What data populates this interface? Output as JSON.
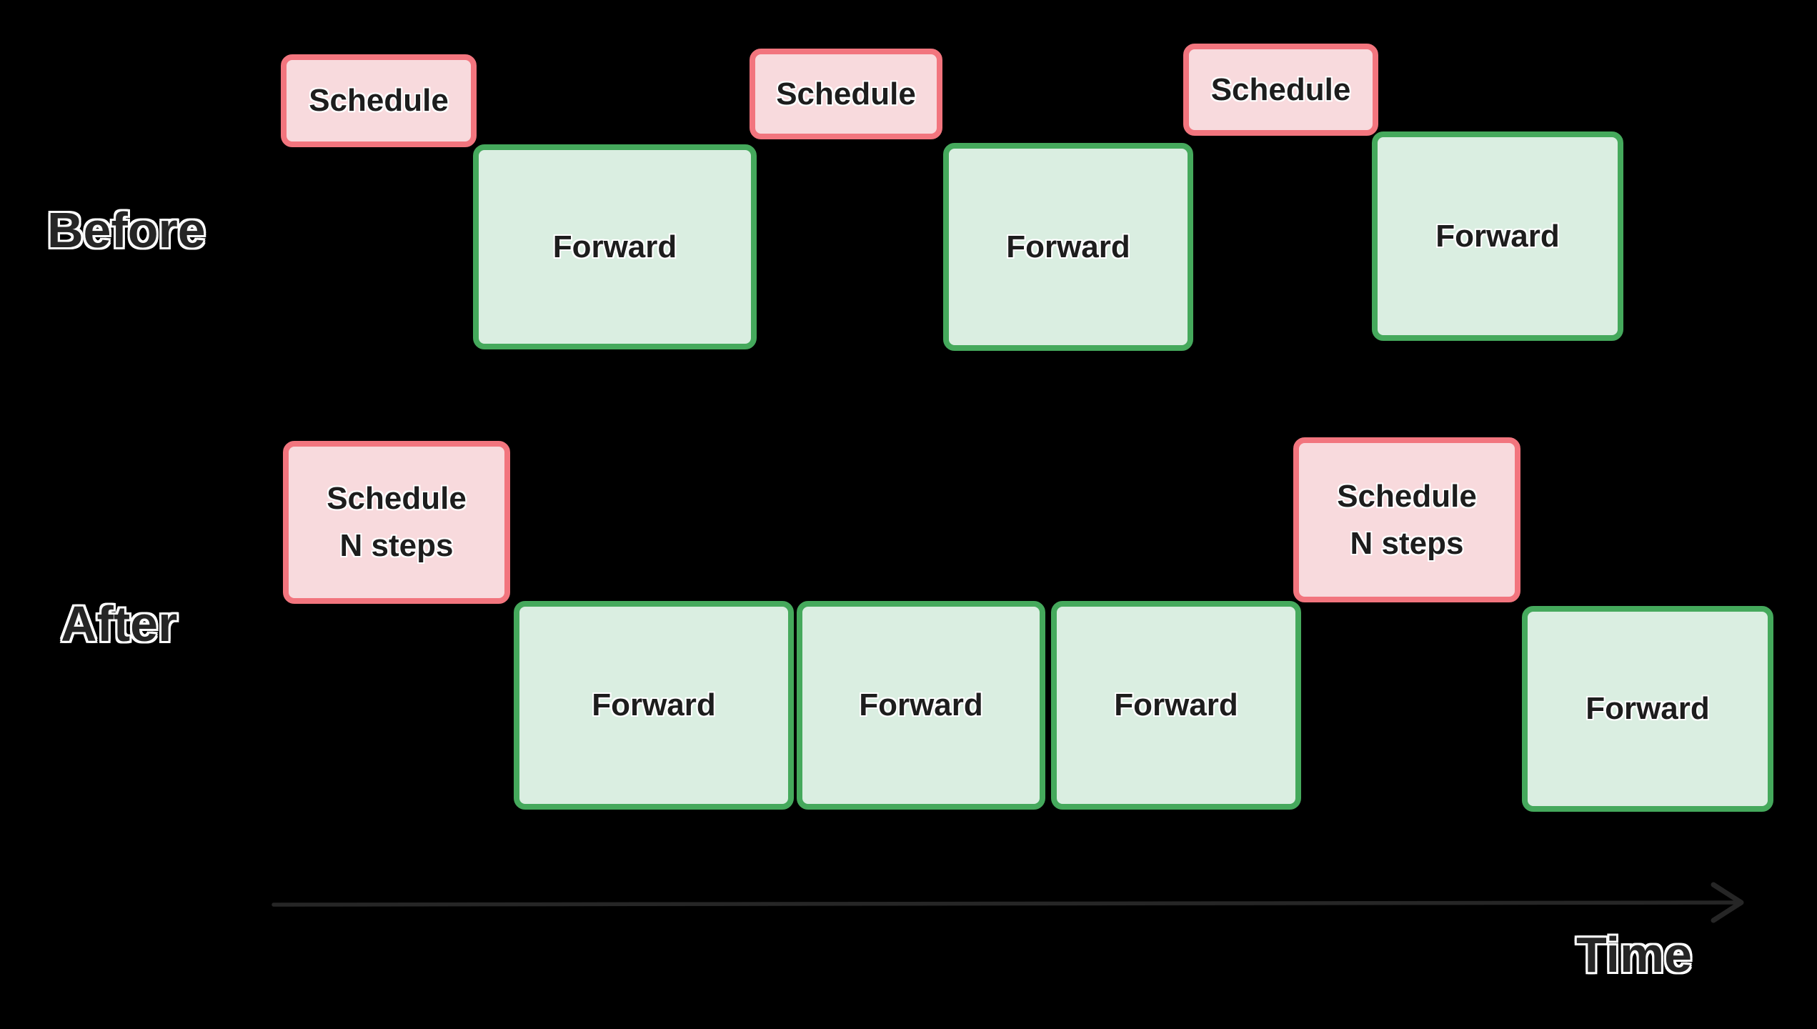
{
  "labels": {
    "before": "Before",
    "after": "After",
    "time": "Time"
  },
  "before_row": {
    "schedules": [
      "Schedule",
      "Schedule",
      "Schedule"
    ],
    "forwards": [
      "Forward",
      "Forward",
      "Forward"
    ]
  },
  "after_row": {
    "schedules": [
      {
        "line1": "Schedule",
        "line2": "N steps"
      },
      {
        "line1": "Schedule",
        "line2": "N steps"
      }
    ],
    "forwards": [
      "Forward",
      "Forward",
      "Forward",
      "Forward"
    ]
  },
  "colors": {
    "background": "#000000",
    "schedule_fill": "#f8dadd",
    "schedule_border": "#f2757e",
    "forward_fill": "#daeee1",
    "forward_border": "#45a95c",
    "box_text": "#1d1d1d",
    "label_text": "#262626",
    "text_outline": "#ffffff",
    "arrow": "#262626"
  }
}
